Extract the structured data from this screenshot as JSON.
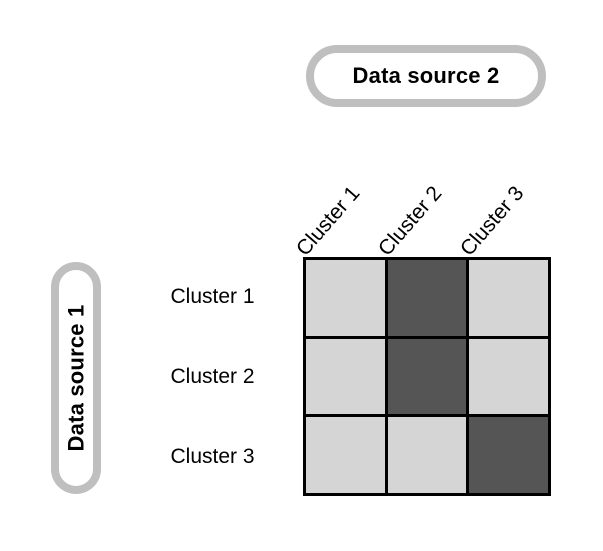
{
  "axes": {
    "top": {
      "group_label": "Data source 2",
      "categories": [
        "Cluster 1",
        "Cluster 2",
        "Cluster 3"
      ]
    },
    "left": {
      "group_label": "Data source 1",
      "categories": [
        "Cluster 1",
        "Cluster 2",
        "Cluster 3"
      ]
    }
  },
  "colors": {
    "cell_light": "#d5d5d5",
    "cell_dark": "#555555",
    "grid_line": "#000000",
    "pill_border": "#bfbfbf",
    "background": "#ffffff"
  },
  "chart_data": {
    "type": "heatmap",
    "title": "",
    "xlabel": "Data source 2",
    "ylabel": "Data source 1",
    "x": [
      "Cluster 1",
      "Cluster 2",
      "Cluster 3"
    ],
    "y": [
      "Cluster 1",
      "Cluster 2",
      "Cluster 3"
    ],
    "grid": true,
    "legend": "none",
    "values": [
      [
        0,
        1,
        0
      ],
      [
        0,
        1,
        0
      ],
      [
        0,
        0,
        1
      ]
    ],
    "value_colors": {
      "0": "#d5d5d5",
      "1": "#555555"
    }
  }
}
